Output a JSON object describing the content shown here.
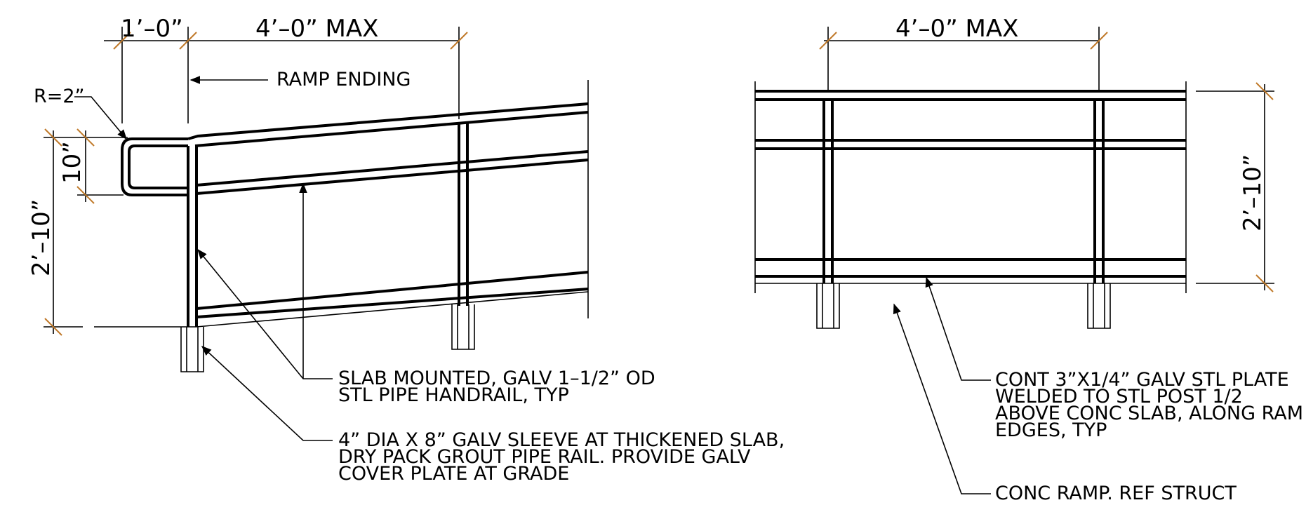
{
  "left_detail": {
    "dims": {
      "top_left": "1’–0”",
      "top_span": "4’–0” MAX",
      "height_small": "10”",
      "height_total": "2’–10”"
    },
    "labels": {
      "radius": "R=2”",
      "ramp_ending": "RAMP ENDING",
      "note_handrail": [
        "SLAB MOUNTED, GALV 1–1/2” OD",
        "STL PIPE HANDRAIL, TYP"
      ],
      "note_sleeve": [
        "4” DIA X 8” GALV SLEEVE AT THICKENED SLAB,",
        "DRY PACK GROUT PIPE RAIL. PROVIDE GALV",
        "COVER PLATE AT GRADE"
      ]
    }
  },
  "right_detail": {
    "dims": {
      "top_span": "4’–0” MAX",
      "height_total": "2’–10”"
    },
    "labels": {
      "note_plate": [
        "CONT 3”X1/4” GALV STL PLATE",
        "WELDED TO STL POST 1/2",
        "ABOVE CONC SLAB, ALONG RAM",
        "EDGES, TYP"
      ],
      "note_ramp": "CONC RAMP. REF STRUCT"
    }
  },
  "colors": {
    "line": "#000000",
    "dimension_tick": "#c07a2a",
    "background": "#ffffff"
  }
}
